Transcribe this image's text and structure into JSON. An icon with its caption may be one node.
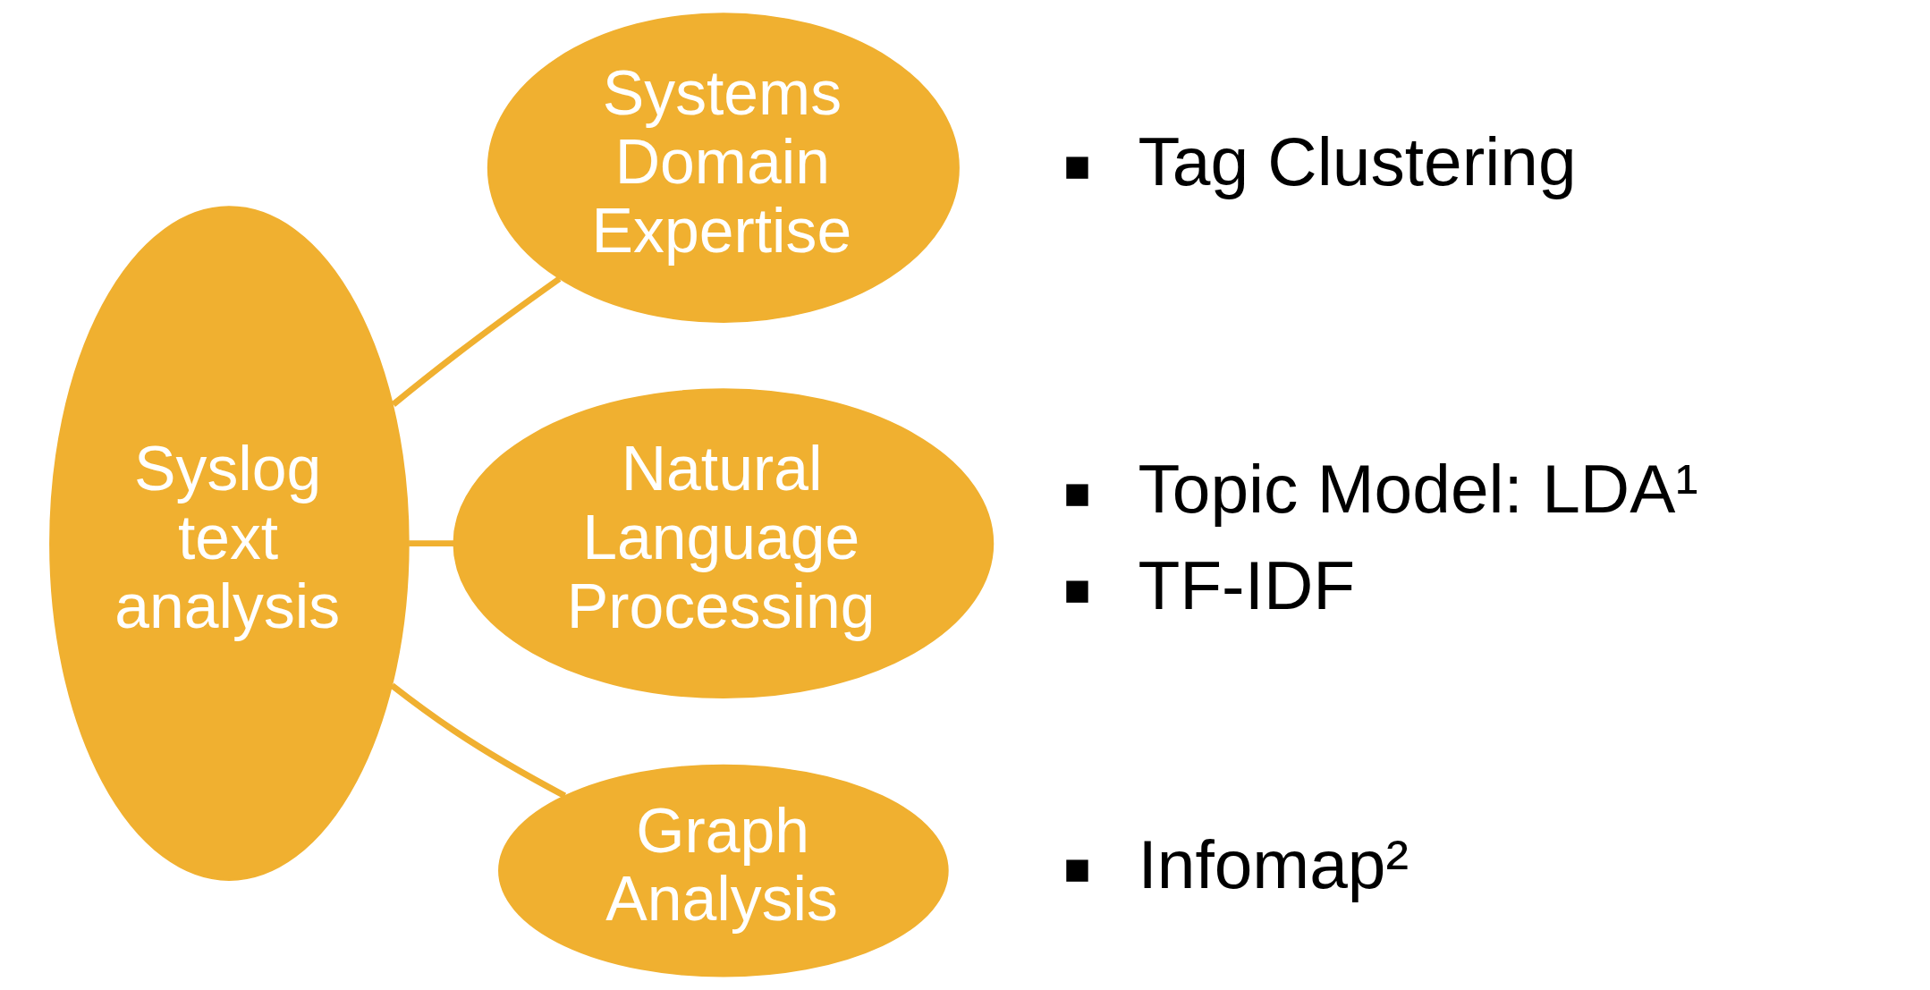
{
  "diagram": {
    "nodes": [
      {
        "text": [
          "Syslog text analysis"
        ]
      },
      {
        "text": [
          "Systems Domain Expertise"
        ],
        "beside": [
          "Tag Clustering"
        ]
      },
      {
        "text": [
          "Natural Language Processing"
        ],
        "beside": [
          "Topic Model: LDA¹",
          "TF-IDF"
        ]
      },
      {
        "text": [
          "Graph Analysis"
        ],
        "beside": [
          "Infomap²"
        ]
      }
    ],
    "edges": [
      {
        "from": 0,
        "to": 1,
        "arrow": "none"
      },
      {
        "from": 0,
        "to": 2,
        "arrow": "none"
      },
      {
        "from": 0,
        "to": 3,
        "arrow": "none"
      }
    ]
  }
}
